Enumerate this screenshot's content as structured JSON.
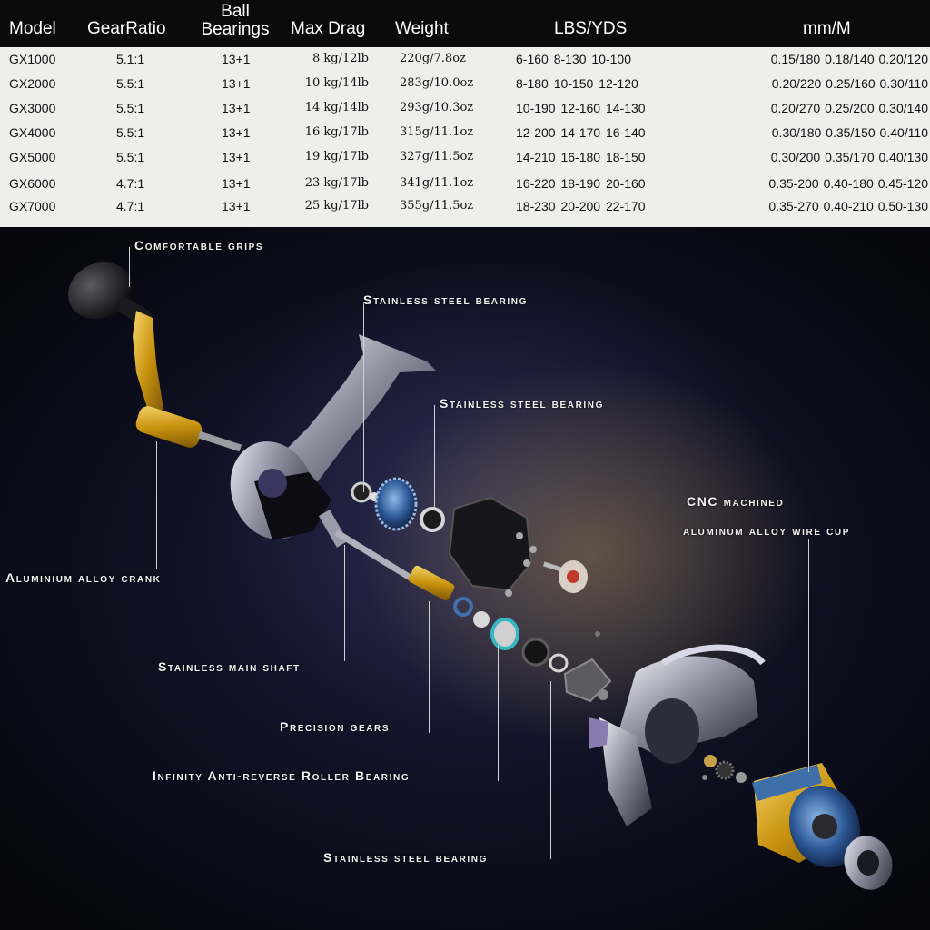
{
  "table": {
    "headers": {
      "model": "Model",
      "gear_ratio": "GearRatio",
      "ball_bearings_line1": "Ball",
      "ball_bearings_line2": "Bearings",
      "max_drag": "Max Drag",
      "weight": "Weight",
      "lbs_yds": "LBS/YDS",
      "mm_m": "mm/M"
    },
    "rows": [
      {
        "model": "GX1000",
        "gear": "5.1:1",
        "ball": "13+1",
        "drag": "8 kg/12lb",
        "weight": "220g/7.8oz",
        "lbs": "6-160  8-130  10-100",
        "mm": "0.15/180  0.18/140  0.20/120"
      },
      {
        "model": "GX2000",
        "gear": "5.5:1",
        "ball": "13+1",
        "drag": "10 kg/14lb",
        "weight": "283g/10.0oz",
        "lbs": "8-180  10-150  12-120",
        "mm": "0.20/220  0.25/160  0.30/110"
      },
      {
        "model": "GX3000",
        "gear": "5.5:1",
        "ball": "13+1",
        "drag": "14 kg/14lb",
        "weight": "293g/10.3oz",
        "lbs": "10-190  12-160  14-130",
        "mm": "0.20/270  0.25/200  0.30/140"
      },
      {
        "model": "GX4000",
        "gear": "5.5:1",
        "ball": "13+1",
        "drag": "16 kg/17lb",
        "weight": "315g/11.1oz",
        "lbs": "12-200  14-170  16-140",
        "mm": "0.30/180  0.35/150  0.40/110"
      },
      {
        "model": "GX5000",
        "gear": "5.5:1",
        "ball": "13+1",
        "drag": "19 kg/17lb",
        "weight": "327g/11.5oz",
        "lbs": "14-210  16-180  18-150",
        "mm": "0.30/200  0.35/170  0.40/130"
      },
      {
        "model": "GX6000",
        "gear": "4.7:1",
        "ball": "13+1",
        "drag": "23 kg/17lb",
        "weight": "341g/11.1oz",
        "lbs": "16-220  18-190  20-160",
        "mm": "0.35-200  0.40-180  0.45-120"
      },
      {
        "model": "GX7000",
        "gear": "4.7:1",
        "ball": "13+1",
        "drag": "25 kg/17lb",
        "weight": "355g/11.5oz",
        "lbs": "18-230  20-200  22-170",
        "mm": "0.35-270  0.40-210  0.50-130"
      }
    ]
  },
  "diagram": {
    "labels": {
      "grips": "Comfortable grips",
      "bearing_1": "Stainless steel bearing",
      "bearing_2": "Stainless steel bearing",
      "cnc_line1": "CNC machined",
      "cnc_line2": "aluminum alloy wire cup",
      "crank": "Aluminium alloy crank",
      "main_shaft": "Stainless main shaft",
      "gears": "Precision gears",
      "anti_reverse": "Infinity Anti-reverse Roller Bearing",
      "bearing_3": "Stainless steel bearing"
    }
  },
  "colors": {
    "table_bg": "#eeeeec",
    "header_bg": "#0b0b0b",
    "gold": "#d4a017",
    "label_text": "#f2f2f2"
  }
}
